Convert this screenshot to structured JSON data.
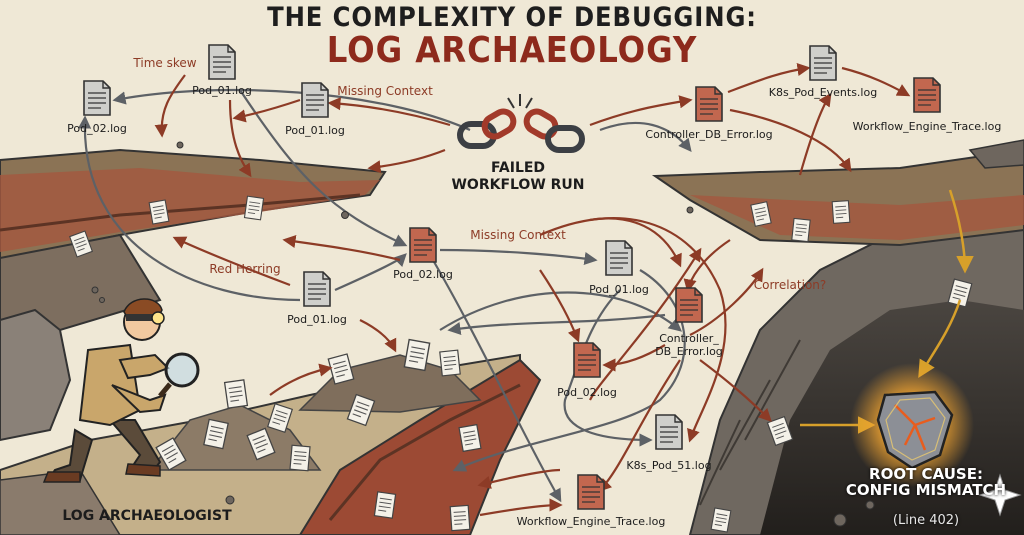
{
  "title": {
    "line1": "THE COMPLEXITY OF DEBUGGING:",
    "line2": "LOG ARCHAEOLOGY"
  },
  "center": {
    "line1": "FAILED",
    "line2": "WORKFLOW RUN"
  },
  "annotations": {
    "time_skew": "Time skew",
    "missing_context_top": "Missing Context",
    "missing_context_mid": "Missing Context",
    "red_herring": "Red Herring",
    "correlation": "Correlation?"
  },
  "files": {
    "pod01_top": "Pod_01.log",
    "pod01_top2": "Pod_01.log",
    "pod02_left": "Pod_02.log",
    "controller_top": "Controller_DB_Error.log",
    "k8s_events": "K8s_Pod_Events.log",
    "workflow_trace_top": "Workflow_Engine_Trace.log",
    "pod02_mid": "Pod_02.log",
    "pod01_left_mid": "Pod_01.log",
    "pod01_right_mid": "Pod_01.log",
    "controller_mid_1": "Controller_",
    "controller_mid_2": "DB_Error.log",
    "pod02_low": "Pod_02.log",
    "k8s_pod51": "K8s_Pod_51.log",
    "workflow_trace_bottom": "Workflow_Engine_Trace.log"
  },
  "archaeologist": "LOG ARCHAEOLOGIST",
  "root_cause": {
    "line1": "ROOT CAUSE:",
    "line2": "CONFIG MISMATCH",
    "line3": "(Line 402)"
  },
  "colors": {
    "background": "#efe8d6",
    "title_accent": "#8d2a1c",
    "arrow_red": "#8d3b26",
    "arrow_gray": "#5d6166",
    "doc_gray": "#c9c9c5",
    "doc_red": "#c2674f",
    "glow": "#f2a531"
  },
  "icons": [
    "document-icon",
    "broken-chain-icon",
    "magnifier-icon",
    "glowing-stone-icon",
    "sparkle-icon"
  ]
}
